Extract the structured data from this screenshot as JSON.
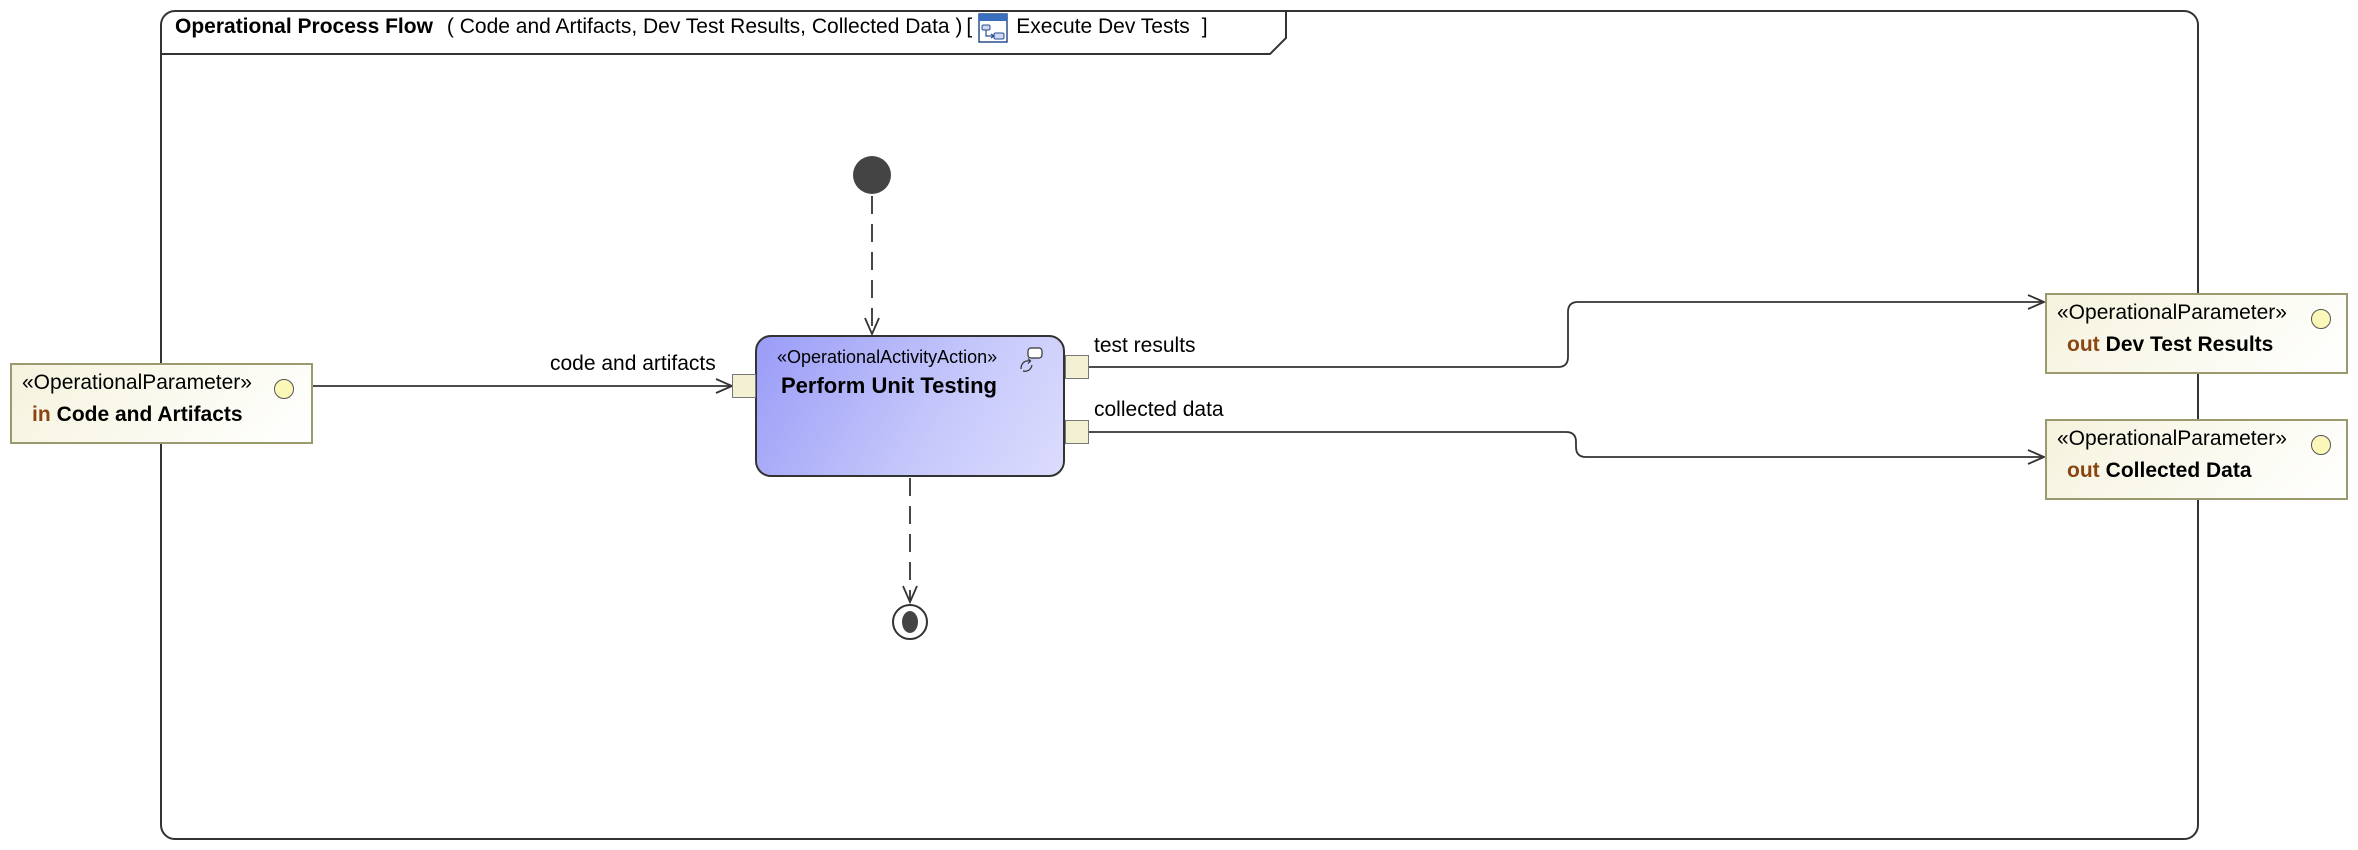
{
  "frame": {
    "kind": "Operational Process Flow",
    "signature": "( Code and Artifacts, Dev Test Results, Collected Data )",
    "open_bracket": "[",
    "diagram_name": "Execute Dev Tests",
    "close_bracket": "]",
    "icon": "activity-diagram-icon"
  },
  "parameters": {
    "input": {
      "stereotype": "«OperationalParameter»",
      "direction": "in",
      "name": "Code and Artifacts"
    },
    "output_results": {
      "stereotype": "«OperationalParameter»",
      "direction": "out",
      "name": "Dev Test Results"
    },
    "output_data": {
      "stereotype": "«OperationalParameter»",
      "direction": "out",
      "name": "Collected Data"
    }
  },
  "action": {
    "stereotype": "«OperationalActivityAction»",
    "name": "Perform Unit Testing",
    "icon": "call-behavior-icon",
    "fill_color": "#9a9cf7"
  },
  "flows": {
    "input_label": "code and artifacts",
    "results_label": "test results",
    "data_label": "collected data"
  },
  "nodes": {
    "initial": "initial-node",
    "final": "activity-final-node"
  },
  "colors": {
    "parameter_fill": "#f5f3dd",
    "parameter_border": "#9a9a6e",
    "direction_text": "#8b4513",
    "node_fill": "#444444"
  }
}
